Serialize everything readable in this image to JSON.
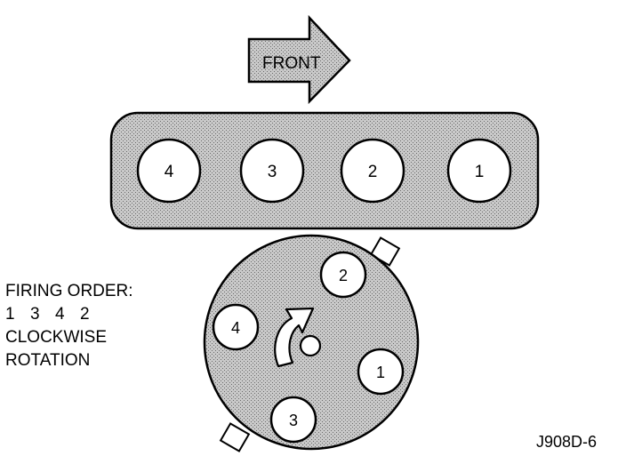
{
  "front_label": "FRONT",
  "engine_cylinders": [
    "4",
    "3",
    "2",
    "1"
  ],
  "distributor_terminals": [
    "2",
    "4",
    "1",
    "3"
  ],
  "firing_order_title": "FIRING ORDER:",
  "firing_order": [
    "1",
    "3",
    "4",
    "2"
  ],
  "rotation_line1": "CLOCKWISE",
  "rotation_line2": "ROTATION",
  "figure_id": "J908D-6"
}
